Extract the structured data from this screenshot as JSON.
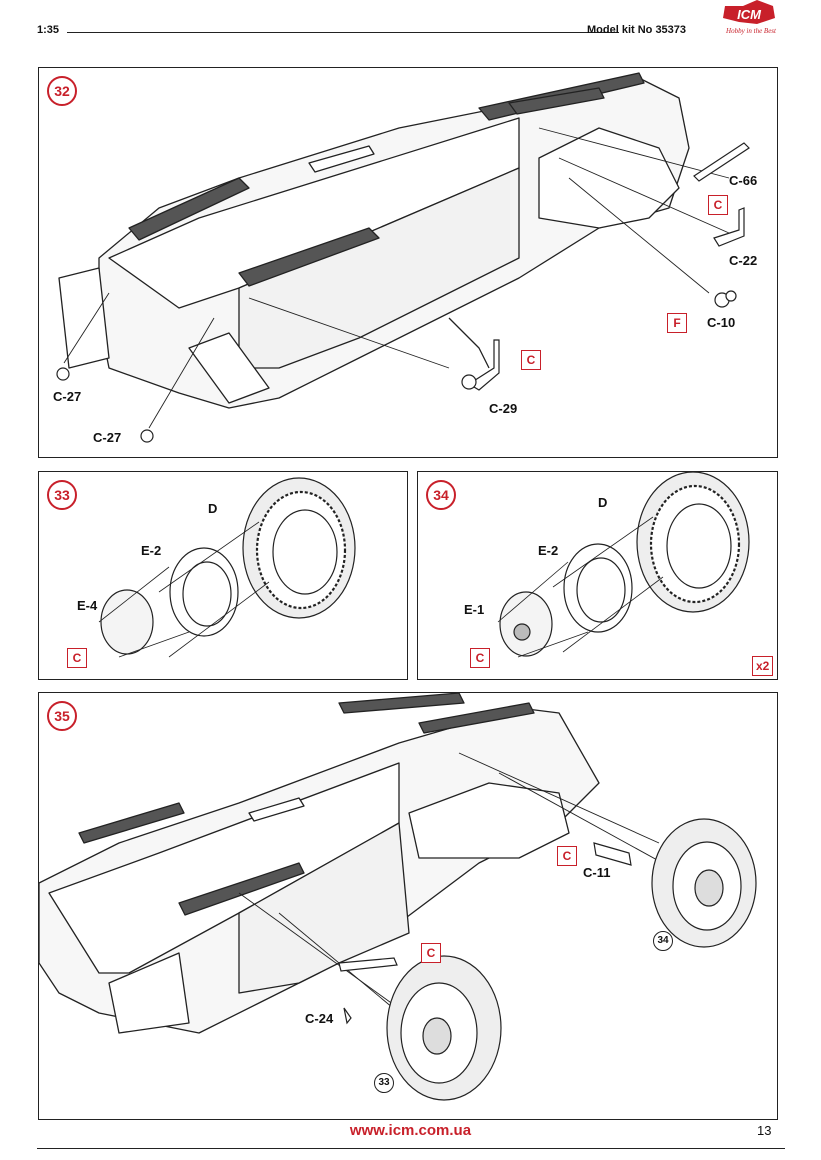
{
  "header": {
    "scale": "1:35",
    "kit_label": "Model kit No 35373",
    "brand": "ICM",
    "brand_slogan": "Hobby in the Best"
  },
  "steps": {
    "s32": {
      "number": "32",
      "labels": [
        "C-66",
        "C-22",
        "C-10",
        "C-27",
        "C-27",
        "C-29"
      ],
      "tags": [
        "C",
        "F",
        "C"
      ]
    },
    "s33": {
      "number": "33",
      "labels": [
        "D",
        "E-2",
        "E-4"
      ],
      "tags": [
        "C"
      ]
    },
    "s34": {
      "number": "34",
      "labels": [
        "D",
        "E-2",
        "E-1"
      ],
      "tags": [
        "C"
      ],
      "multiplier": "x2"
    },
    "s35": {
      "number": "35",
      "labels": [
        "C-11",
        "C-24"
      ],
      "tags": [
        "C",
        "C"
      ],
      "subrefs": [
        "34",
        "33"
      ]
    }
  },
  "footer": {
    "url": "www.icm.com.ua",
    "page": "13"
  },
  "colors": {
    "accent": "#c8202a",
    "line": "#222222"
  }
}
